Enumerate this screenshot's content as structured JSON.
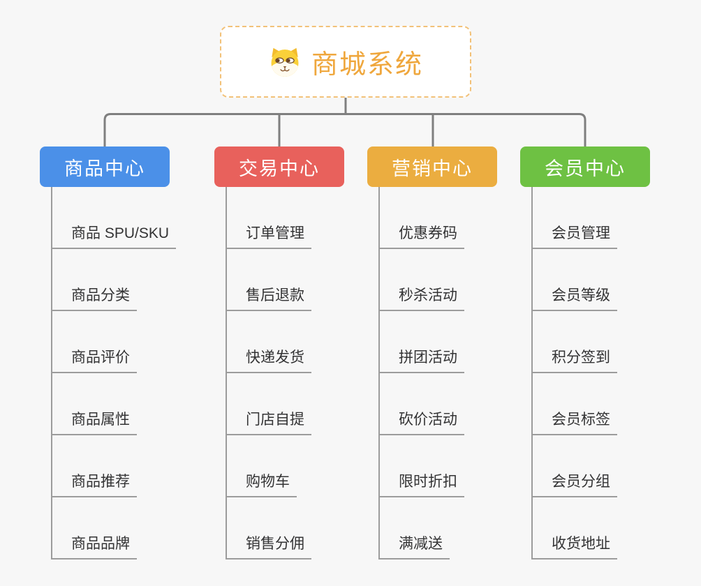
{
  "root": {
    "title": "商城系统",
    "icon": "dog-face-icon",
    "title_color": "#EFA73D",
    "border_color": "#F2C178"
  },
  "connector_color": "#7F7F7F",
  "line_color": "#9C9C9C",
  "background_color": "#F7F7F7",
  "branches": [
    {
      "label": "商品中心",
      "color": "#4B90E8",
      "items": [
        "商品 SPU/SKU",
        "商品分类",
        "商品评价",
        "商品属性",
        "商品推荐",
        "商品品牌"
      ]
    },
    {
      "label": "交易中心",
      "color": "#E8615C",
      "items": [
        "订单管理",
        "售后退款",
        "快递发货",
        "门店自提",
        "购物车",
        "销售分佣"
      ]
    },
    {
      "label": "营销中心",
      "color": "#EBAD40",
      "items": [
        "优惠券码",
        "秒杀活动",
        "拼团活动",
        "砍价活动",
        "限时折扣",
        "满减送"
      ]
    },
    {
      "label": "会员中心",
      "color": "#6EC143",
      "items": [
        "会员管理",
        "会员等级",
        "积分签到",
        "会员标签",
        "会员分组",
        "收货地址"
      ]
    }
  ]
}
